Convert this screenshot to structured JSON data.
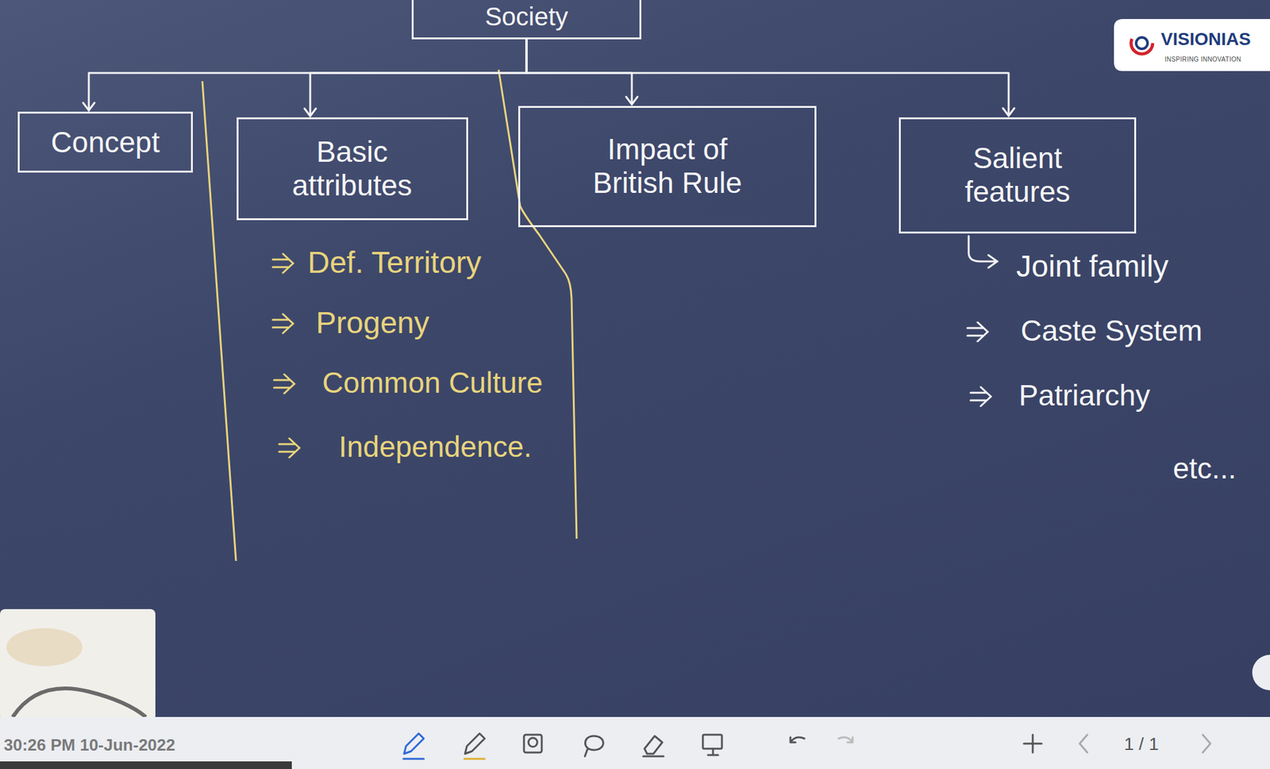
{
  "diagram": {
    "nodes": [
      {
        "text": [
          "Society"
        ]
      },
      {
        "text": [
          "Concept"
        ]
      },
      {
        "text": [
          "Basic attributes"
        ]
      },
      {
        "text": [
          "Impact of British Rule"
        ]
      },
      {
        "text": [
          "Salient features"
        ]
      }
    ],
    "edges": [
      {
        "from": 0,
        "to": 1,
        "arrow": "to"
      },
      {
        "from": 0,
        "to": 2,
        "arrow": "to"
      },
      {
        "from": 0,
        "to": 3,
        "arrow": "to"
      },
      {
        "from": 0,
        "to": 4,
        "arrow": "to"
      }
    ],
    "labels": [
      "Def. Territory",
      "Progeny",
      "Common Culture",
      "Independence.",
      "Joint family",
      "Caste System",
      "Patriarchy",
      "etc...",
      "VISIONIAS",
      "INSPIRING INNOVATION",
      "30:26 PM 10-Jun-2022",
      "1 / 1"
    ]
  }
}
